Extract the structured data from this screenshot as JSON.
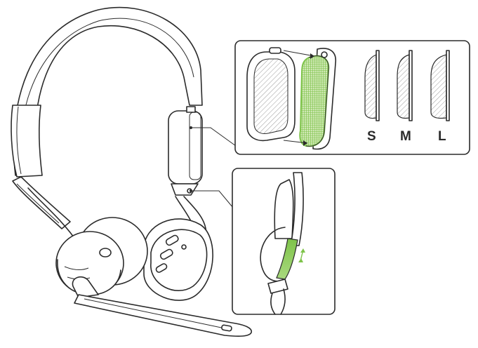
{
  "colors": {
    "line": "#2b2b2b",
    "fill": "#ffffff",
    "highlight": "#7ec34a",
    "highlight_light": "#cfe8b4",
    "hatch": "#9a9a9a"
  },
  "icons": {
    "headset": "headset-illustration",
    "ear_cushion": "ear-cushion-icon",
    "adjust": "double-arrow-icon"
  },
  "cushion_sizes": [
    {
      "label": "S",
      "color": "#2b2b2b"
    },
    {
      "label": "M",
      "color": "#2b2b2b"
    },
    {
      "label": "L",
      "color": "#2b2b2b"
    }
  ]
}
